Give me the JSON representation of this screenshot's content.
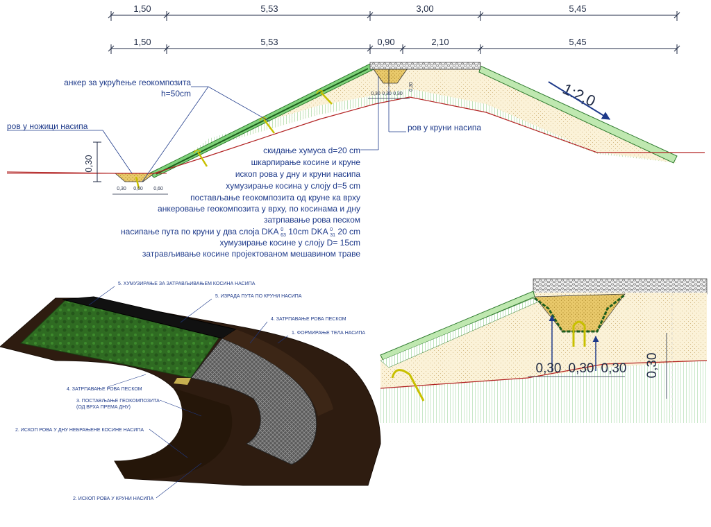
{
  "top_dimensions": {
    "row1": [
      "1,50",
      "5,53",
      "3,00",
      "5,45"
    ],
    "row2": [
      "1,50",
      "5,53",
      "0,90",
      "2,10",
      "5,45"
    ]
  },
  "section_labels": {
    "anchor_line1": "анкер за укрућење геокомпозита",
    "anchor_line2": "h=50cm",
    "toe_trench": "ров у ножици насипа",
    "crest_trench": "ров у круни насипа",
    "slope_ratio": "1:2,0",
    "toe_height": "0,30",
    "toe_widths": [
      "0,30",
      "0,60",
      "0,60"
    ],
    "crest_small_dims": [
      "0,30",
      "0,30",
      "0,30",
      "0,30"
    ]
  },
  "work_steps": [
    "скидање хумуса d=20 cm",
    "шкарпирање косине и круне",
    "ископ рова у дну и круни насипа",
    "хумузирање косина у слоју d=5 cm",
    "постављање геокомпозита од круне ка врху",
    "анкеровање геокомпозита у врху, по косинама и дну",
    "затрпавање рова песком",
    "хумузирање косине у слоју D= 15cm",
    "затрављивање косине пројектованом мешавином траве"
  ],
  "road_step": {
    "prefix": "насипање пута по круни у два слоја DKA ",
    "frac1_top": "0",
    "frac1_bottom": "63",
    "middle": " 10cm DKA ",
    "frac2_top": "0",
    "frac2_bottom": "31",
    "suffix": " 20 cm"
  },
  "render_labels": [
    "5. ХУМУЗИРАЊЕ ЗА ЗАТРАВЉИВАЊЕМ КОСИНА НАСИПА",
    "5. ИЗРАДА ПУТА ПО КРУНИ НАСИПА",
    "4. ЗАТРПАВАЊЕ РОВА ПЕСКОМ",
    "1.     ФОРМИРАЊЕ ТЕЛА НАСИПА",
    "4. ЗАТРПАВАЊЕ РОВА ПЕСКОМ",
    "3. ПОСТАВЉАЊЕ ГЕОКОМПОЗИТА",
    "(ОД ВРХА ПРЕМА ДНУ)",
    "2. ИСКОП РОВА У ДНУ НЕБРАЊЕНЕ КОСИНЕ НАСИПА",
    "2. ИСКОП РОВА У КРУНИ НАСИПА"
  ],
  "detail_dims": [
    "0,30",
    "0,30",
    "0,30",
    "0,30"
  ],
  "colors": {
    "dim_text": "#1f2a44",
    "note_text": "#1e3a8a",
    "fill_soil": "#f4ead0",
    "fill_green": "#7fd27a",
    "terrain_line": "#b22222",
    "sand": "#e8c45a",
    "anchor": "#c8c000",
    "gravel": "#d9d9d9",
    "render_soil": "#3a2415",
    "render_grass": "#2f6b22"
  }
}
